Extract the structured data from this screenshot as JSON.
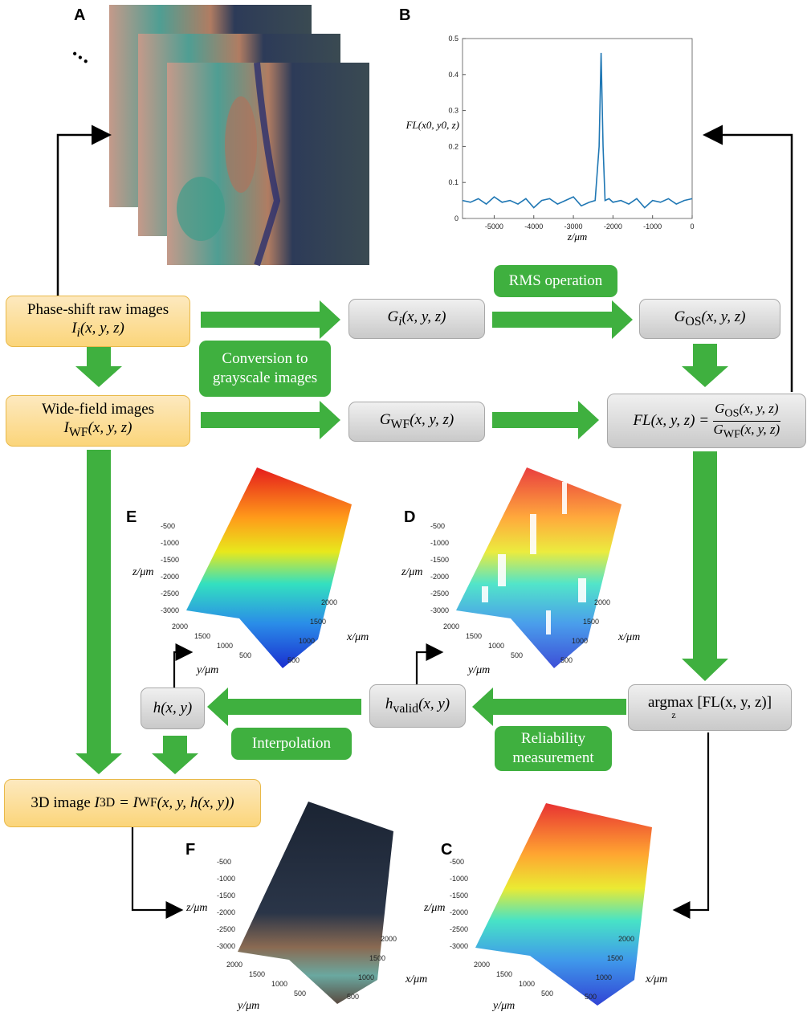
{
  "panel_labels": {
    "a": "A",
    "b": "B",
    "c": "C",
    "d": "D",
    "e": "E",
    "f": "F"
  },
  "stack_ellipsis": "•••",
  "colors": {
    "arrow_green": "#3fb03f",
    "box_yellow": "#fbd57a",
    "box_gray": "#c9c9c9",
    "line_blue": "#1f77b4"
  },
  "boxes": {
    "raw": {
      "line1": "Phase-shift raw images",
      "line2_pre": "I",
      "line2_sub": "i",
      "line2_post": "(x, y, z)"
    },
    "wf": {
      "line1": "Wide-field images",
      "line2_pre": "I",
      "line2_sub": "WF",
      "line2_post": "(x, y, z)"
    },
    "gi": {
      "pre": "G",
      "sub": "i",
      "post": "(x, y,  z)"
    },
    "gos": {
      "pre": "G",
      "sub": "OS",
      "post": "(x, y, z)"
    },
    "gwf": {
      "pre": "G",
      "sub": "WF",
      "post": "(x, y,  z)"
    },
    "fl": {
      "lhs": "FL(x, y, z) =",
      "num_pre": "G",
      "num_sub": "OS",
      "num_post": "(x, y, z)",
      "den_pre": "G",
      "den_sub": "WF",
      "den_post": "(x, y,  z)"
    },
    "argmax": {
      "text": "argmax [FL(x, y,  z)]",
      "sub": "z"
    },
    "hvalid": {
      "pre": "h",
      "sub": "valid",
      "post": "(x, y)"
    },
    "h": {
      "text": "h(x, y)"
    },
    "img3d": {
      "pre": "3D image ",
      "I": "I",
      "sub": "3D",
      "mid": " = I",
      "sub2": "WF",
      "post": "(x, y, h(x, y))"
    }
  },
  "notes": {
    "rms": "RMS  operation",
    "conv1": "Conversion to",
    "conv2": "grayscale images",
    "interp": "Interpolation",
    "rel1": "Reliability",
    "rel2": "measurement"
  },
  "chart_data": {
    "type": "line",
    "ylabel": "FL(x0, y0, z)",
    "xlabel": "z/μm",
    "xlim": [
      -5800,
      0
    ],
    "ylim": [
      0,
      0.5
    ],
    "xticks": [
      -5000,
      -4000,
      -3000,
      -2000,
      -1000,
      0
    ],
    "xtick_labels": [
      "-5000",
      "-4000",
      "-3000",
      "-2000",
      "-1000",
      "0"
    ],
    "yticks": [
      0,
      0.1,
      0.2,
      0.3,
      0.4,
      0.5
    ],
    "ytick_labels": [
      "0",
      "0.1",
      "0.2",
      "0.3",
      "0.4",
      "0.5"
    ],
    "series": [
      {
        "x": [
          -5800,
          -5600,
          -5400,
          -5200,
          -5000,
          -4800,
          -4600,
          -4400,
          -4200,
          -4000,
          -3800,
          -3600,
          -3400,
          -3200,
          -3000,
          -2800,
          -2600,
          -2450,
          -2350,
          -2300,
          -2250,
          -2200,
          -2100,
          -2000,
          -1800,
          -1600,
          -1400,
          -1200,
          -1000,
          -800,
          -600,
          -400,
          -200,
          0
        ],
        "y": [
          0.05,
          0.045,
          0.055,
          0.04,
          0.06,
          0.045,
          0.05,
          0.04,
          0.055,
          0.03,
          0.05,
          0.055,
          0.04,
          0.05,
          0.06,
          0.035,
          0.045,
          0.05,
          0.2,
          0.46,
          0.2,
          0.05,
          0.055,
          0.045,
          0.05,
          0.04,
          0.055,
          0.03,
          0.05,
          0.045,
          0.055,
          0.04,
          0.05,
          0.055
        ]
      }
    ]
  },
  "surface_axes": {
    "z_label": "z/μm",
    "x_label": "x/μm",
    "y_label": "y/μm",
    "z_ticks": [
      "-500",
      "-1000",
      "-1500",
      "-2000",
      "-2500",
      "-3000"
    ],
    "x_ticks": [
      "2000",
      "1500",
      "1000",
      "500"
    ],
    "y_ticks": [
      "2000",
      "1500",
      "1000",
      "500"
    ]
  }
}
